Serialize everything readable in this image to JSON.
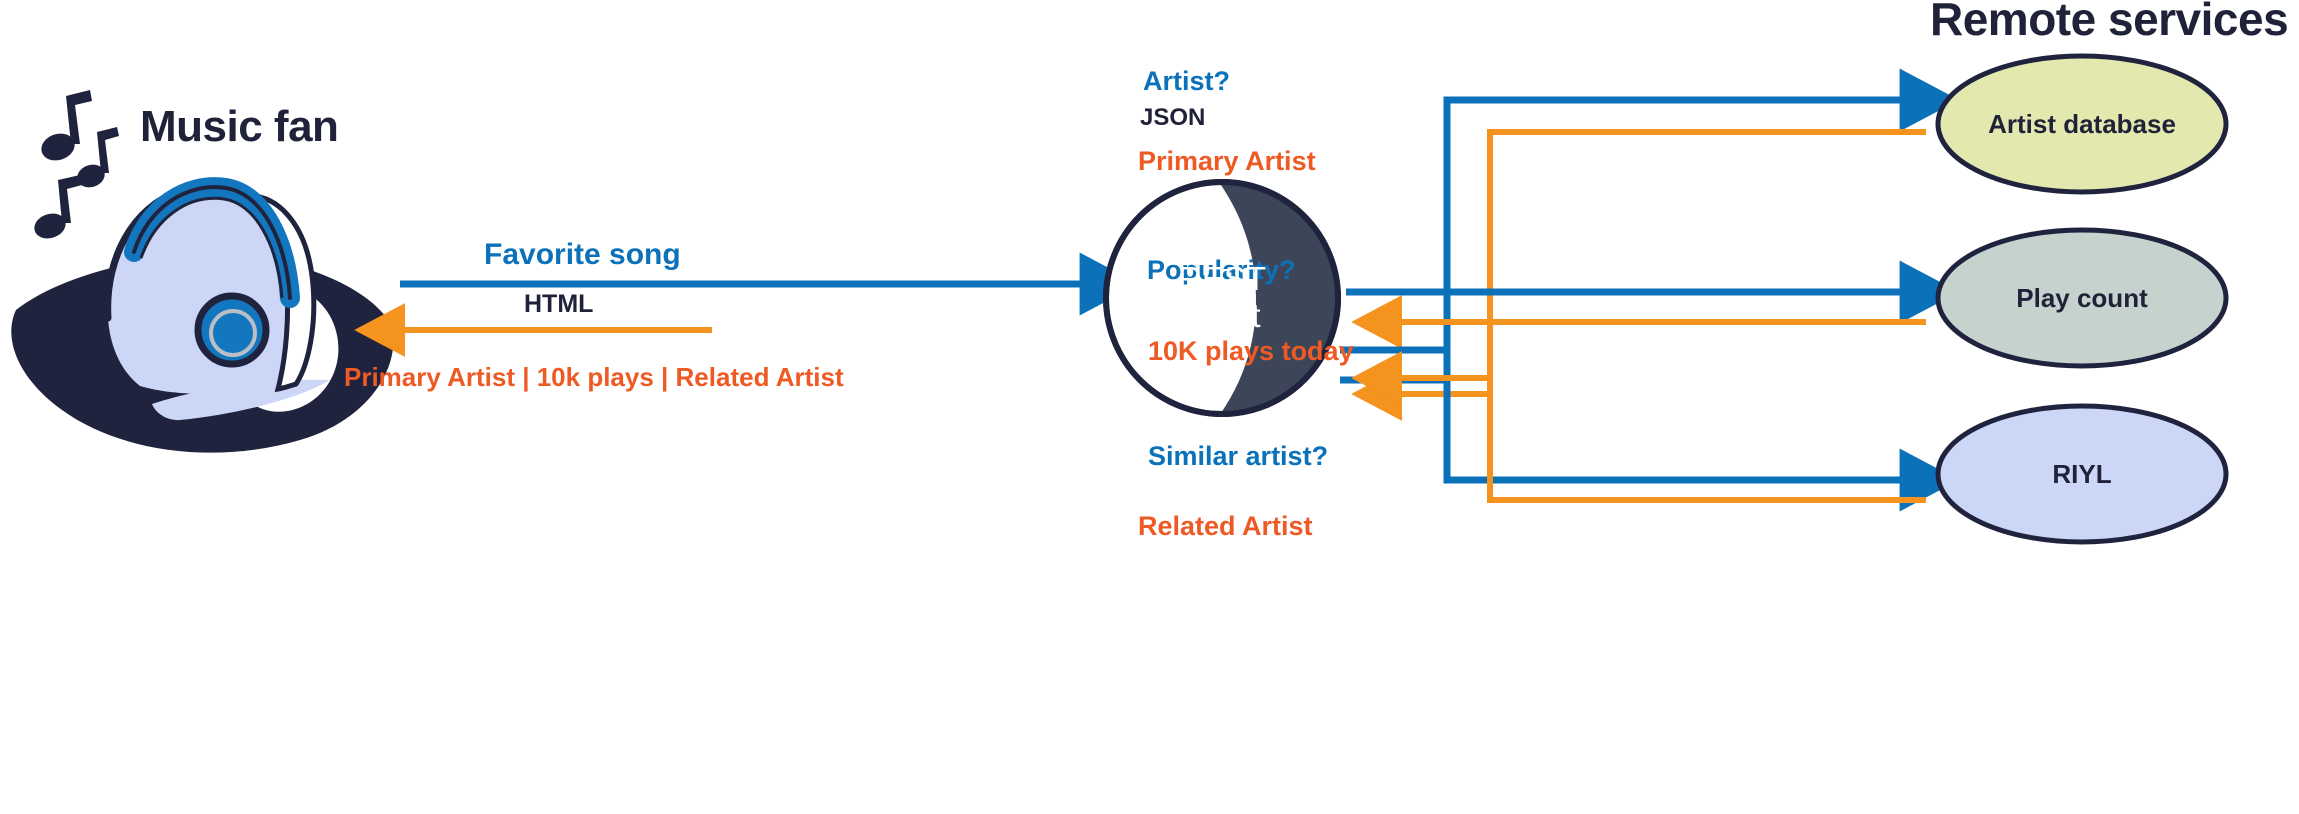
{
  "titles": {
    "music_fan": "Music fan",
    "remote_services": "Remote services"
  },
  "actors": {
    "rest_client": {
      "line1": "REST",
      "line2": "client",
      "name": "REST client"
    },
    "music_fan": {
      "name": "Music fan",
      "icon": "person-with-headphones"
    }
  },
  "client_flow": {
    "request_label": "Favorite song",
    "request_format": "HTML",
    "response_label": "Primary Artist | 10k plays | Related Artist"
  },
  "services": [
    {
      "name": "Artist database",
      "fill": "#e3e8ae",
      "request_label": "Artist?",
      "request_format": "JSON",
      "response_label": "Primary Artist"
    },
    {
      "name": "Play count",
      "fill": "#c6d2ce",
      "request_label": "Popularity?",
      "request_format": "",
      "response_label": "10K plays today"
    },
    {
      "name": "RIYL",
      "fill": "#ccd7f7",
      "request_label": "Similar artist?",
      "request_format": "",
      "response_label": "Related Artist"
    }
  ],
  "colors": {
    "request_blue": "#0b72b9",
    "response_orange": "#f5931f",
    "response_text_orange": "#ee5a24",
    "dark_navy": "#1f2238",
    "slate": "#3d4558",
    "light_periwinkle": "#ccd7f7",
    "headphone_blue": "#1377c0"
  }
}
